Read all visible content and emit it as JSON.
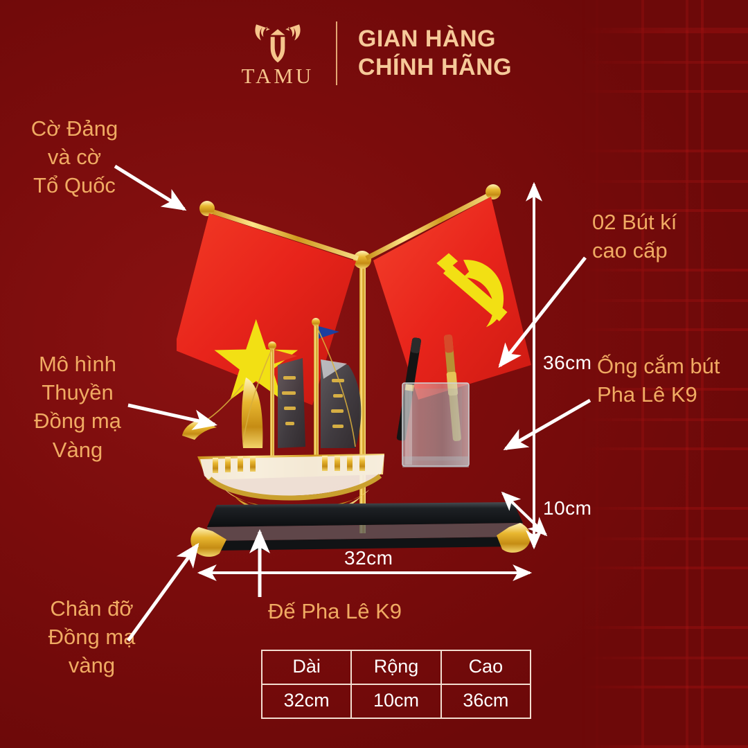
{
  "header": {
    "logo_word": "TAMU",
    "logo_icon": "bull-head-icon",
    "brand_line1": "GIAN HÀNG",
    "brand_line2": "CHÍNH HÃNG"
  },
  "annotations": [
    {
      "id": "flags",
      "text": "Cờ Đảng\nvà cờ\nTổ Quốc"
    },
    {
      "id": "ship",
      "text": "Mô hình\nThuyền\nĐồng mạ\nVàng"
    },
    {
      "id": "feet",
      "text": "Chân đỡ\nĐồng mạ\nvàng"
    },
    {
      "id": "pens",
      "text": "02 Bút kí\ncao cấp"
    },
    {
      "id": "holder",
      "text": "Ống cắm bút\nPha Lê K9"
    },
    {
      "id": "base",
      "text": "Đế Pha Lê K9"
    }
  ],
  "dimensions": {
    "height": "36cm",
    "width": "10cm",
    "length": "32cm"
  },
  "spec_table": {
    "headers": [
      "Dài",
      "Rộng",
      "Cao"
    ],
    "values": [
      "32cm",
      "10cm",
      "36cm"
    ]
  },
  "colors": {
    "background": "#7a0d0d",
    "gold_text": "#f0ab63",
    "brand_gold": "#f6c999",
    "white": "#ffffff",
    "flag_red": "#e8241b",
    "flag_yellow": "#f2e014"
  },
  "product": {
    "flag_left": "vietnam-flag-star",
    "flag_right": "communist-party-flag-hammer-sickle",
    "ship": "gold-plated-junk-boat-model",
    "pen_holder": "crystal-pen-holder",
    "pens": 2,
    "base": "black-crystal-base-with-gold-feet"
  }
}
